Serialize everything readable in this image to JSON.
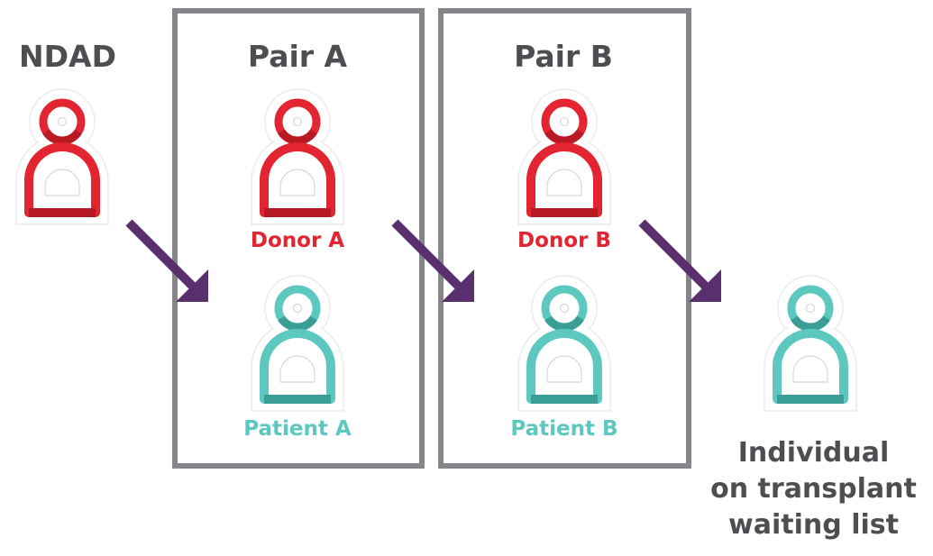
{
  "columns": {
    "ndad": {
      "title": "NDAD"
    },
    "pair_a": {
      "title": "Pair A",
      "donor_label": "Donor A",
      "patient_label": "Patient A"
    },
    "pair_b": {
      "title": "Pair B",
      "donor_label": "Donor B",
      "patient_label": "Patient B"
    },
    "waitlist": {
      "label_lines": [
        "Individual",
        "on transplant",
        "waiting list"
      ]
    }
  },
  "colors": {
    "donor": "#e32531",
    "donor_shade": "#b81a24",
    "patient": "#5cc8bf",
    "patient_shade": "#3a9e96",
    "arrow": "#5a2f6e",
    "box_border": "#86868a",
    "title_text": "#4e4e52"
  },
  "icons": {
    "person": "person-icon",
    "arrow": "diagonal-arrow-icon"
  }
}
